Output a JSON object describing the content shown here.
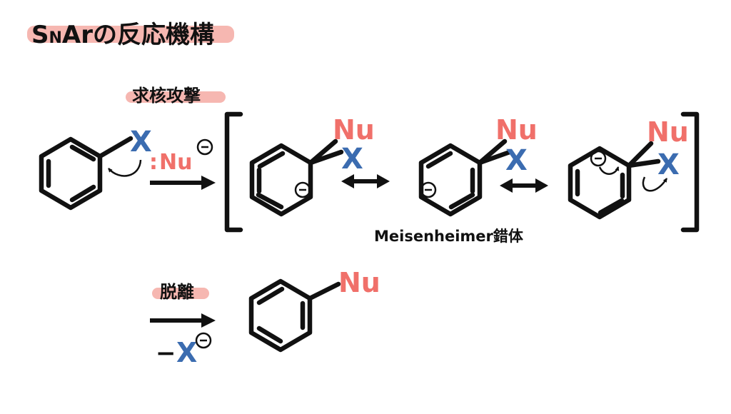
{
  "title": {
    "prefix": "S",
    "subscript": "N",
    "suffix": "Arの反応機構"
  },
  "steps": {
    "attack": "求核攻撃",
    "elimination": "脱離"
  },
  "labels": {
    "leaving_group": "X",
    "nucleophile": "Nu",
    "nucleophile_colon": ":",
    "minus_sign": "−",
    "intermediate": "Meisenheimer錯体"
  },
  "colors": {
    "nu": "#f0706a",
    "x": "#3b6cb0",
    "bond": "#111111",
    "highlight": "#f6b7b1"
  },
  "icons": {
    "charge": "negative-charge-icon",
    "reaction": "reaction-arrow-icon",
    "resonance": "resonance-arrow-icon"
  }
}
